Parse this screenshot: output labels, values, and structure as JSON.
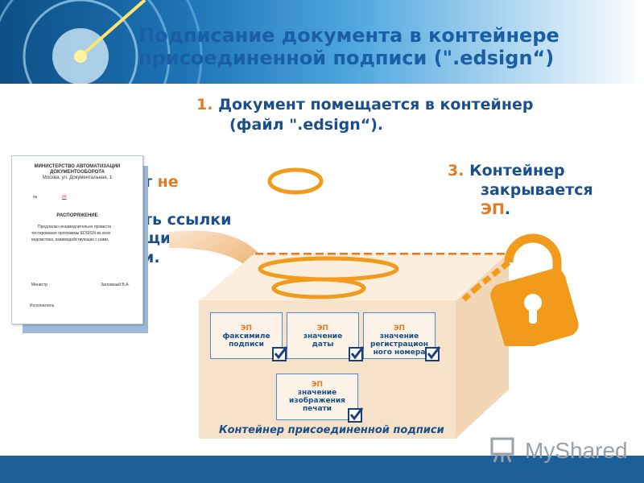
{
  "header": {
    "title_line1": "Подписание документа в контейнере",
    "title_line2": "присоединенной подписи (\".edsign“)"
  },
  "steps": {
    "step1": {
      "number": "1.",
      "line1": "Документ помещается в контейнер",
      "line2": "(файл \".edsign“)."
    },
    "step3": {
      "number": "3.",
      "line1": "Контейнер",
      "line2": "закрывается",
      "line3": "ЭП",
      "line3_end": "."
    },
    "step2_fragments": {
      "f1": "т",
      "f1_orange": "не",
      "f2": "ть ссылки",
      "f3": "щие",
      "f4": "и."
    }
  },
  "document": {
    "org_line1": "МИНИСТЕРСТВО АВТОМАТИЗАЦИИ",
    "org_line2": "ДОКУМЕНТООБОРОТА",
    "address": "Москва, ул. Документальная, 1",
    "number_label": "№",
    "number_value": "##",
    "doc_type": "РАСПОРЯЖЕНИЕ",
    "body_line1": "Предлагаю     незамедлительно     провести",
    "body_line2": "тестирование  программы  EDSIGN  во  всех",
    "body_line3": "ведомствах, взаимодействующих с нами.",
    "signer_title": "Министр",
    "signer_name": "Заглавный В.А.",
    "executor": "Исполнитель"
  },
  "container": {
    "label": "Контейнер присоединенной подписи",
    "cards": [
      {
        "ep": "ЭП",
        "line1": "факсимиле",
        "line2": "подписи",
        "line3": "",
        "line4": ""
      },
      {
        "ep": "ЭП",
        "line1": "значение",
        "line2": "даты",
        "line3": "",
        "line4": ""
      },
      {
        "ep": "ЭП",
        "line1": "значение",
        "line2": "регистрацион",
        "line3": "ного номера",
        "line4": ""
      },
      {
        "ep": "ЭП",
        "line1": "значение",
        "line2": "изображения",
        "line3": "печати",
        "line4": ""
      }
    ]
  },
  "footer": {
    "logo_text": "MyShared"
  },
  "colors": {
    "title_blue": "#1a5fa6",
    "accent_orange": "#e37b1f",
    "text_blue": "#1a4f8a",
    "footer_blue": "#1d5f99",
    "box_fill": "#f6e2c8"
  }
}
